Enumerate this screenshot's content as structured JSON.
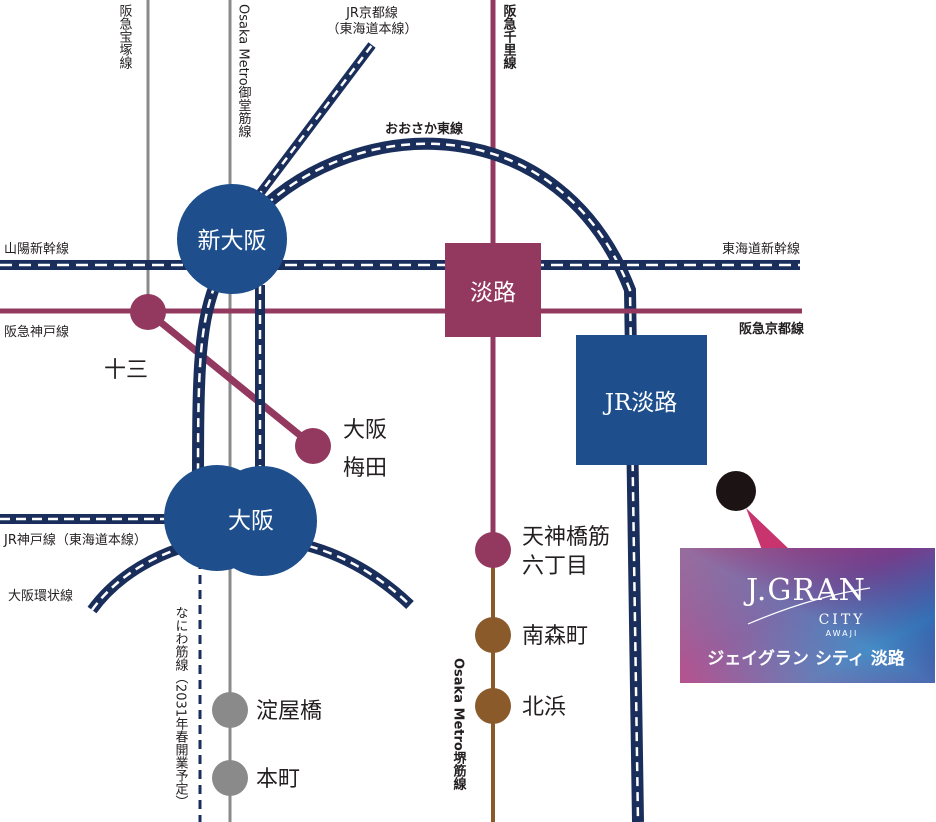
{
  "lines": {
    "hankyu_takarazuka": "阪急宝塚線",
    "midosuji": "Osaka Metro御堂筋線",
    "jr_kyoto": "JR京都線",
    "jr_kyoto_sub": "（東海道本線）",
    "hankyu_senri": "阪急千里線",
    "osaka_higashi": "おおさか東線",
    "sanyo_shinkansen": "山陽新幹線",
    "tokaido_shinkansen": "東海道新幹線",
    "hankyu_kobe": "阪急神戸線",
    "hankyu_kyoto": "阪急京都線",
    "jr_kobe": "JR神戸線（東海道本線）",
    "osaka_loop": "大阪環状線",
    "naniwasuji": "なにわ筋線（2031年春開業予定）",
    "sakaisuji": "Osaka Metro堺筋線"
  },
  "stations": {
    "shin_osaka": "新大阪",
    "awaji": "淡路",
    "jr_awaji": "JR淡路",
    "juso": "十三",
    "osaka_umeda_1": "大阪",
    "osaka_umeda_2": "梅田",
    "osaka": "大阪",
    "tenjinbashi_1": "天神橋筋",
    "tenjinbashi_2": "六丁目",
    "minamimorimachi": "南森町",
    "kitahama": "北浜",
    "yodoyabashi": "淀屋橋",
    "honmachi": "本町"
  },
  "brand": {
    "main": "J.GRAN",
    "sub": "CITY",
    "tiny": "AWAJI",
    "jp": "ジェイグラン シティ 淡路"
  },
  "colors": {
    "jr_navy": "#1a2e5c",
    "station_blue": "#1e4f8c",
    "hankyu_maroon": "#93385f",
    "metro_brown": "#8b5a2b",
    "metro_gray": "#8a8a8a",
    "property_dot": "#1c1414"
  }
}
